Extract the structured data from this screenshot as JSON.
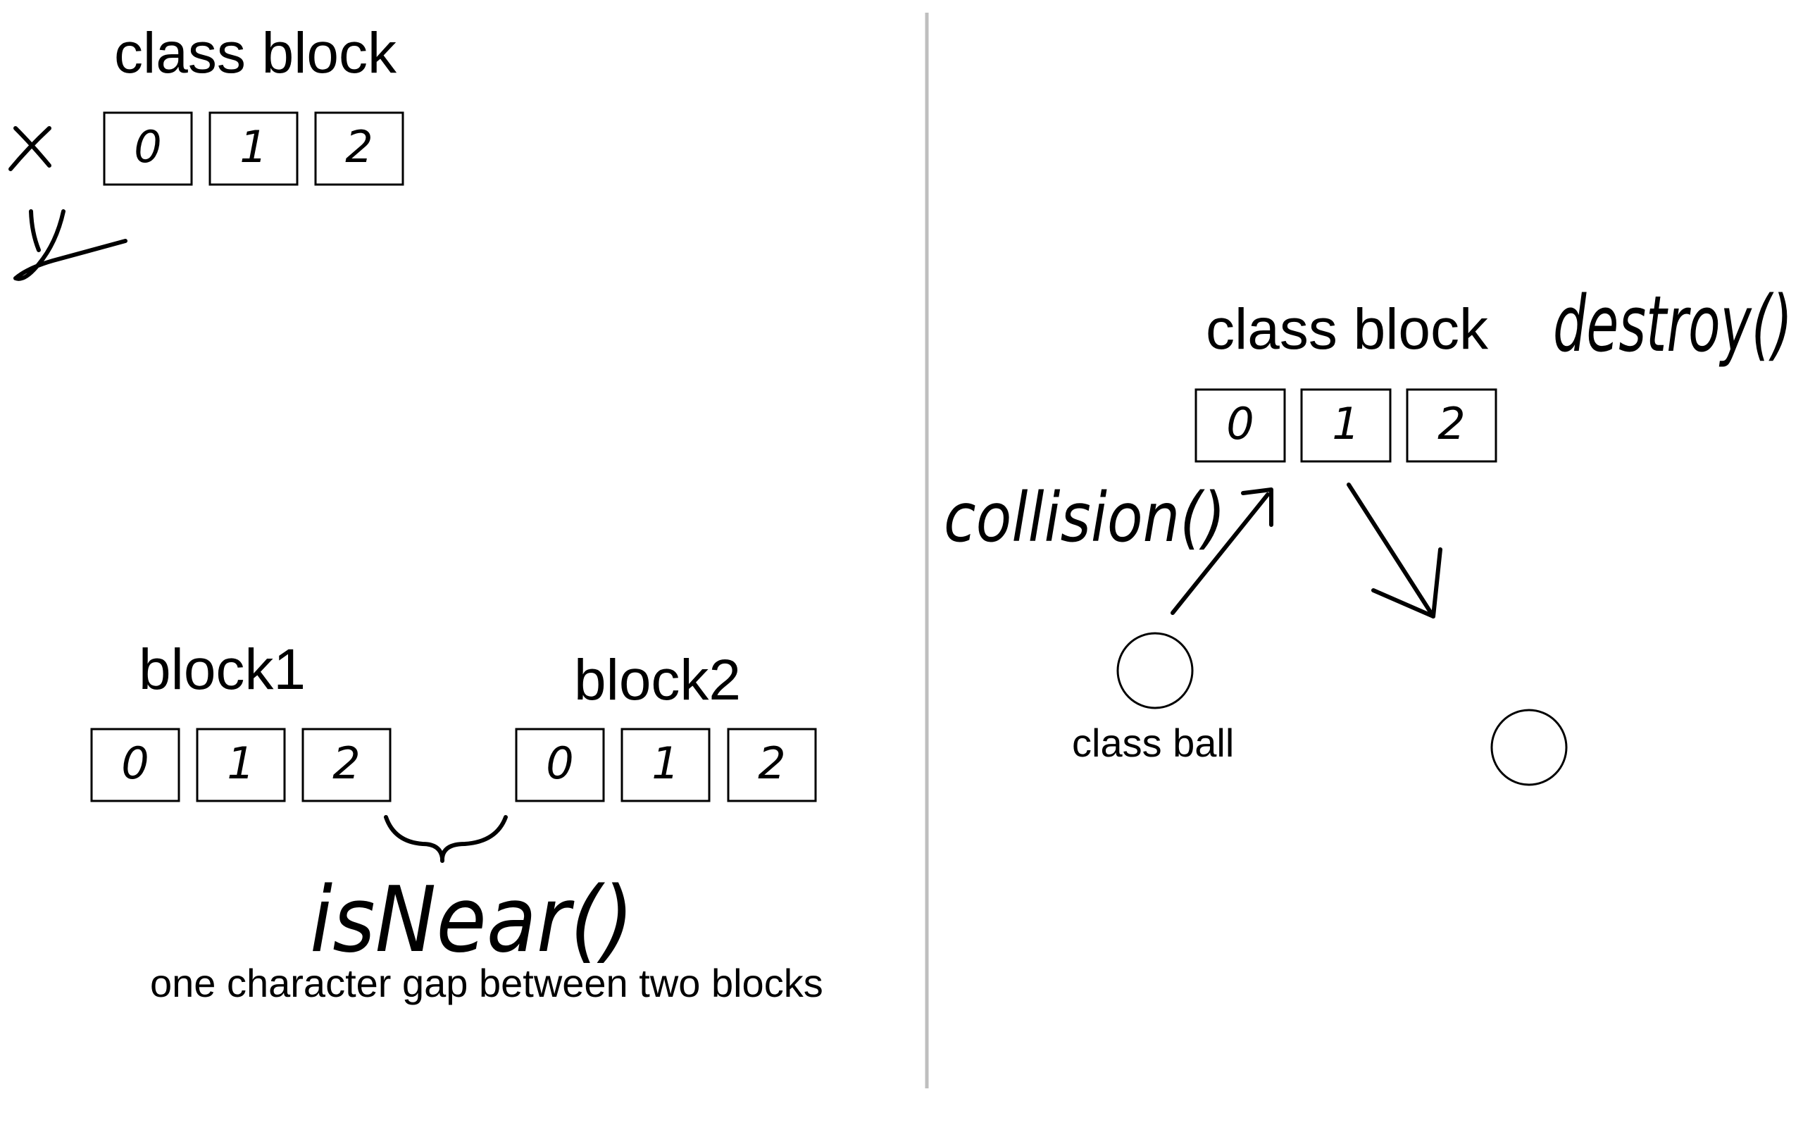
{
  "left_panel": {
    "class_block_title": "class block",
    "axis_x": "x",
    "axis_y": "y",
    "class_cells": [
      "0",
      "1",
      "2"
    ],
    "block1_label": "block1",
    "block1_cells": [
      "0",
      "1",
      "2"
    ],
    "block2_label": "block2",
    "block2_cells": [
      "0",
      "1",
      "2"
    ],
    "is_near_label": "isNear()",
    "gap_caption": "one character gap between two blocks"
  },
  "right_panel": {
    "class_block_title": "class block",
    "destroy_label": "destroy()",
    "class_cells": [
      "0",
      "1",
      "2"
    ],
    "collision_label": "collision()",
    "ball_label": "class ball"
  },
  "colors": {
    "ink": "#000000",
    "divider": "#bfbfbf",
    "background": "#ffffff"
  }
}
